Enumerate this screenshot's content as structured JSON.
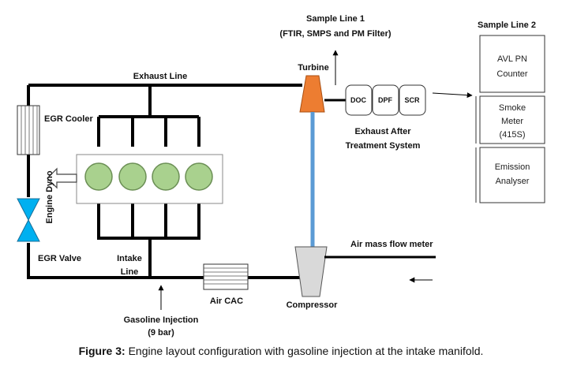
{
  "labels": {
    "sample_line_1": "Sample Line 1",
    "sample_line_1_sub": "(FTIR, SMPS and PM Filter)",
    "sample_line_2": "Sample Line 2",
    "exhaust_line": "Exhaust Line",
    "turbine": "Turbine",
    "egr_cooler": "EGR Cooler",
    "engine_dyno": "Engine Dyno",
    "egr_valve": "EGR Valve",
    "intake_line_1": "Intake",
    "intake_line_2": "Line",
    "air_cac": "Air CAC",
    "compressor": "Compressor",
    "gasoline_injection_1": "Gasoline Injection",
    "gasoline_injection_2": "(9 bar)",
    "air_mass_flow_meter": "Air mass flow meter",
    "exhaust_after_1": "Exhaust After",
    "exhaust_after_2": "Treatment System"
  },
  "aftertreatment": [
    "DOC",
    "DPF",
    "SCR"
  ],
  "analysers": {
    "avl_1": "AVL PN",
    "avl_2": "Counter",
    "smoke_1": "Smoke",
    "smoke_2": "Meter",
    "smoke_3": "(415S)",
    "emission_1": "Emission",
    "emission_2": "Analyser"
  },
  "caption": {
    "prefix": "Figure 3:",
    "text": " Engine layout configuration with gasoline injection at the intake manifold."
  },
  "colors": {
    "line": "#000000",
    "turbine": "#ED7D31",
    "shaft": "#5B9BD5",
    "cylinder": "#A9D18E",
    "valve": "#00B0F0",
    "compressor": "#D9D9D9"
  }
}
